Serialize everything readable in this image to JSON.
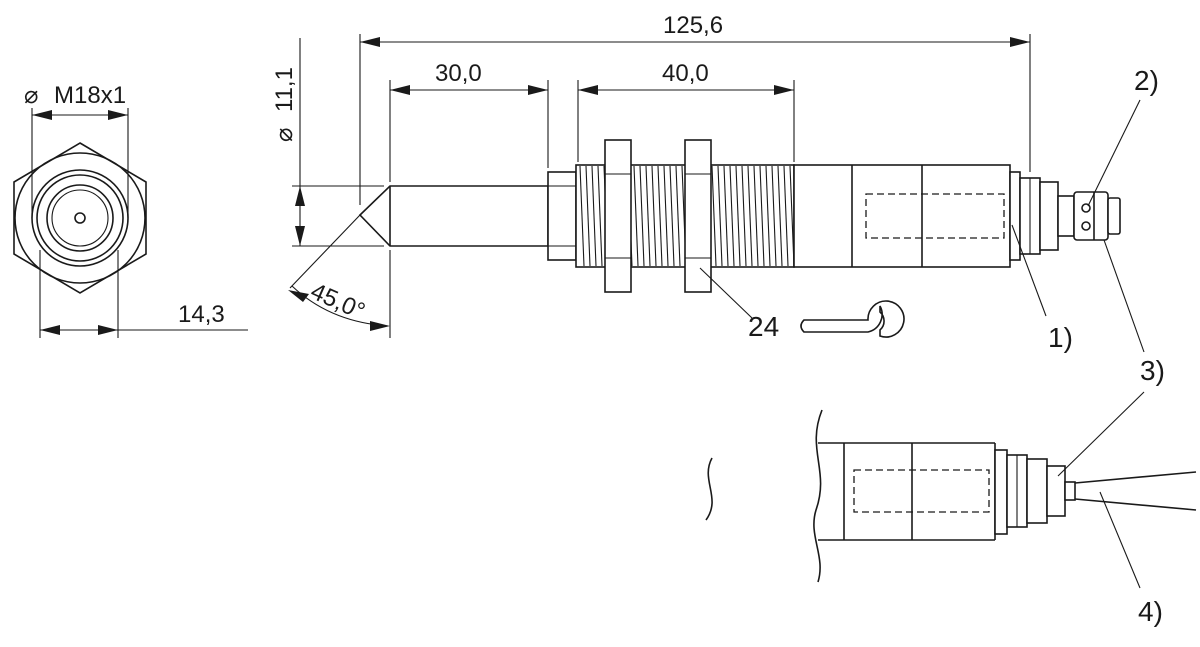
{
  "dimensions": {
    "thread": "M18x1",
    "diameter_symbol": "⌀",
    "tip_diameter": "11,1",
    "overall_length": "125,6",
    "tip_length": "30,0",
    "thread_length": "40,0",
    "tip_angle": "45,0°",
    "hex_width": "14,3",
    "wrench_size": "24"
  },
  "callouts": {
    "c1": "1)",
    "c2": "2)",
    "c3": "3)",
    "c4": "4)"
  },
  "icons": [
    "wrench-icon"
  ]
}
